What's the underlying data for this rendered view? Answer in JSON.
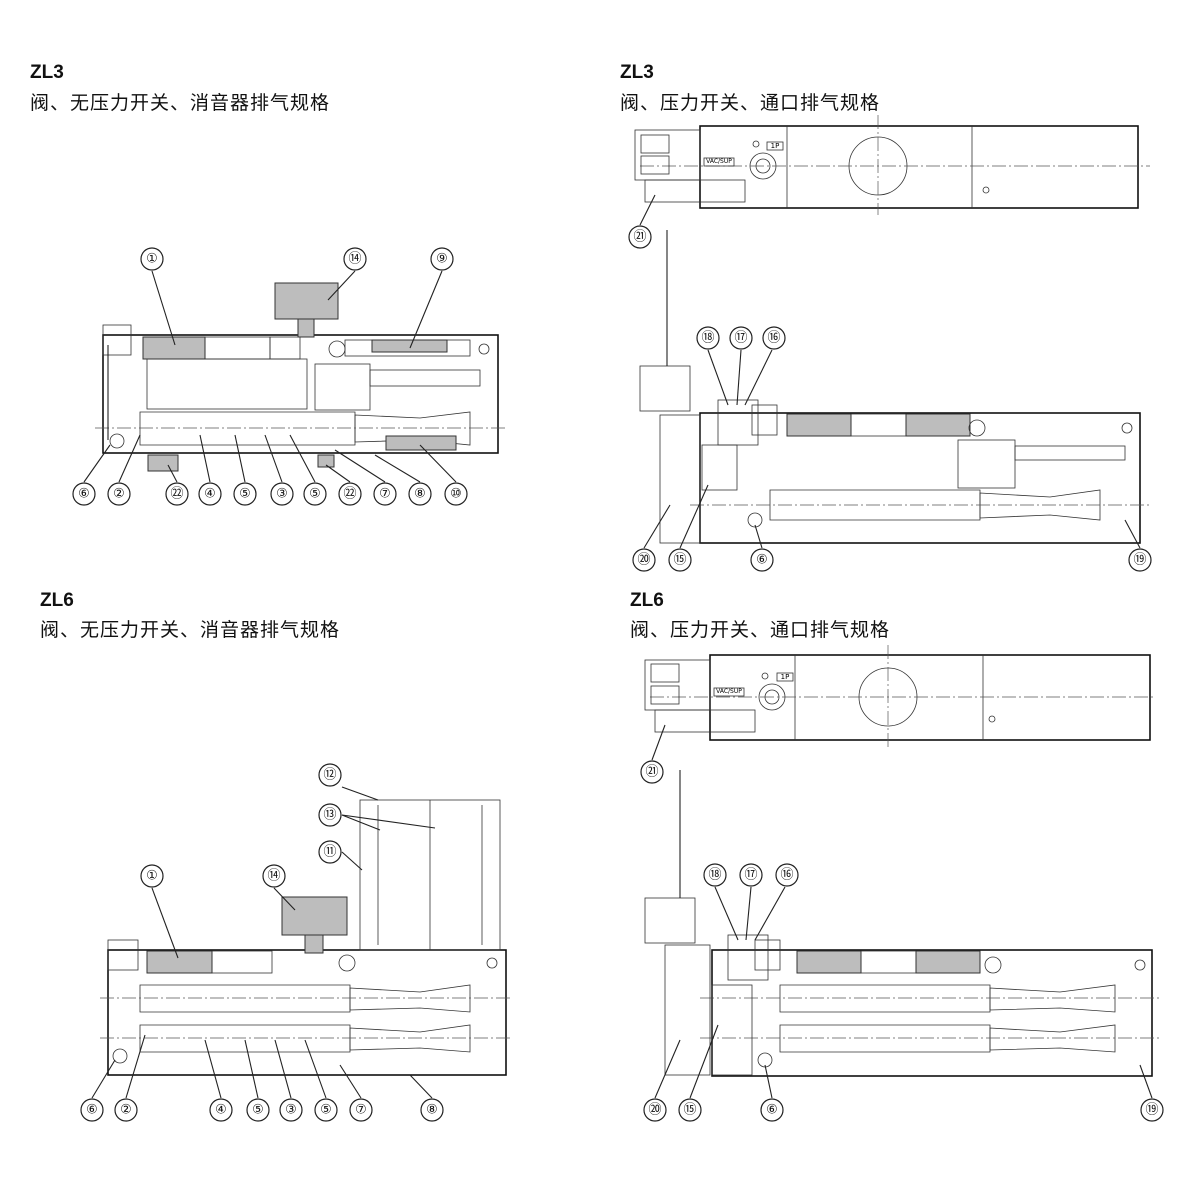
{
  "panels": {
    "tl": {
      "title": "ZL3",
      "subtitle": "阀、无压力开关、消音器排气规格",
      "callouts": [
        "①",
        "⑭",
        "⑨",
        "⑥",
        "②",
        "㉒",
        "④",
        "⑤",
        "③",
        "⑤",
        "㉒",
        "⑦",
        "⑧",
        "⑩"
      ]
    },
    "tr": {
      "title": "ZL3",
      "subtitle": "阀、压力开关、通口排气规格",
      "label_1p": "1P",
      "label_valve": "VAC/SUP",
      "callouts": [
        "㉑",
        "⑱",
        "⑰",
        "⑯",
        "⑳",
        "⑮",
        "⑥",
        "⑲"
      ]
    },
    "bl": {
      "title": "ZL6",
      "subtitle": "阀、无压力开关、消音器排气规格",
      "callouts": [
        "⑫",
        "⑬",
        "⑪",
        "①",
        "⑭",
        "⑥",
        "②",
        "④",
        "⑤",
        "③",
        "⑤",
        "⑦",
        "⑧"
      ]
    },
    "br": {
      "title": "ZL6",
      "subtitle": "阀、压力开关、通口排气规格",
      "label_1p": "1P",
      "label_valve": "VAC/SUP",
      "callouts": [
        "㉑",
        "⑱",
        "⑰",
        "⑯",
        "⑳",
        "⑮",
        "⑥",
        "⑲"
      ]
    }
  }
}
